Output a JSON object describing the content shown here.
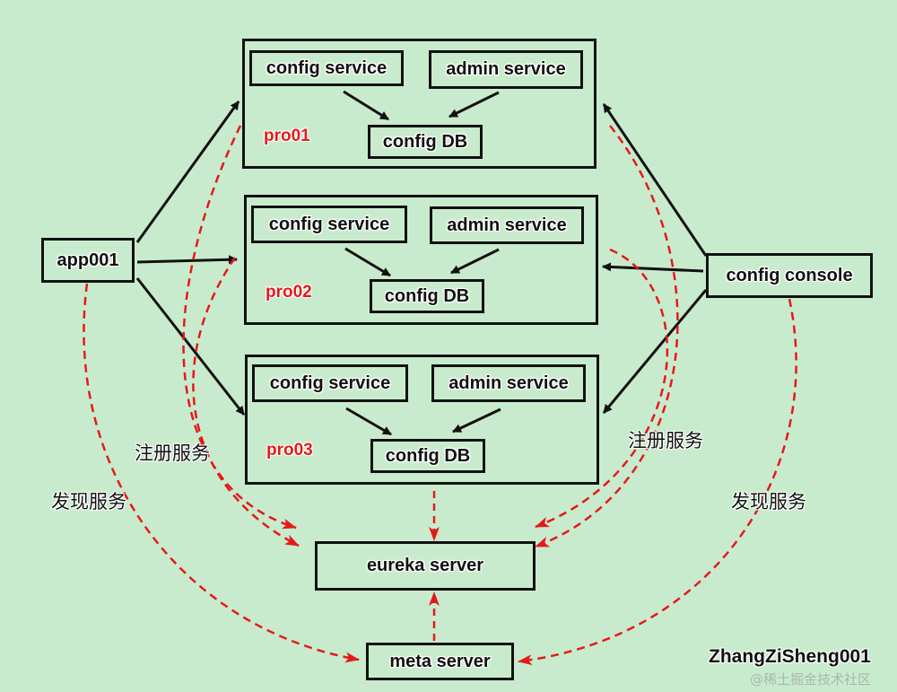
{
  "app": {
    "label": "app001"
  },
  "console": {
    "label": "config console"
  },
  "environments": [
    {
      "name": "pro01",
      "config_service": "config service",
      "admin_service": "admin service",
      "config_db": "config DB"
    },
    {
      "name": "pro02",
      "config_service": "config service",
      "admin_service": "admin service",
      "config_db": "config DB"
    },
    {
      "name": "pro03",
      "config_service": "config service",
      "admin_service": "admin service",
      "config_db": "config DB"
    }
  ],
  "eureka": {
    "label": "eureka server"
  },
  "meta": {
    "label": "meta server"
  },
  "edge_labels": {
    "register_left": "注册服务",
    "register_right": "注册服务",
    "discover_left": "发现服务",
    "discover_right": "发现服务"
  },
  "signature": "ZhangZiSheng001",
  "watermark": "@稀土掘金技术社区",
  "colors": {
    "background": "#c9ebcd",
    "solid_arrow": "#111111",
    "dashed_arrow": "#e41a1a",
    "env_label": "#e41a1a"
  }
}
